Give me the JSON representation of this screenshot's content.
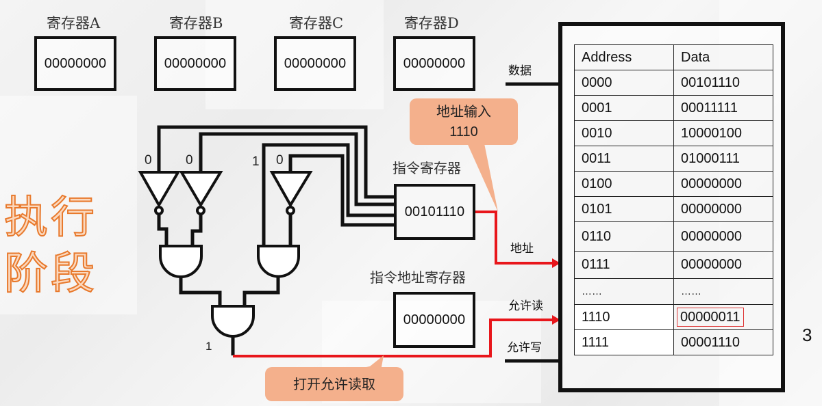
{
  "slide_title": "执行阶段",
  "page_number": "3",
  "registers": [
    {
      "title": "寄存器A",
      "value": "00000000"
    },
    {
      "title": "寄存器B",
      "value": "00000000"
    },
    {
      "title": "寄存器C",
      "value": "00000000"
    },
    {
      "title": "寄存器D",
      "value": "00000000"
    }
  ],
  "instruction_register": {
    "title": "指令寄存器",
    "value": "00101110"
  },
  "instruction_address_register": {
    "title": "指令地址寄存器",
    "value": "00000000"
  },
  "decoder_bits": [
    "0",
    "0",
    "1",
    "0"
  ],
  "and_output": "1",
  "signals": {
    "data": "数据",
    "address": "地址",
    "read_enable": "允许读",
    "write_enable": "允许写"
  },
  "callouts": {
    "address_input_line1": "地址输入",
    "address_input_line2": "1110",
    "open_read": "打开允许读取"
  },
  "colors": {
    "active_wire": "#e8161b",
    "callout_bg": "#f4b08c",
    "title_orange": "#e8792c"
  },
  "memory": {
    "headers": [
      "Address",
      "Data"
    ],
    "rows": [
      {
        "address": "0000",
        "data": "00101110"
      },
      {
        "address": "0001",
        "data": "00011111"
      },
      {
        "address": "0010",
        "data": "10000100"
      },
      {
        "address": "0011",
        "data": "01000111"
      },
      {
        "address": "0100",
        "data": "00000000"
      },
      {
        "address": "0101",
        "data": "00000000"
      },
      {
        "address": "0110",
        "data": "00000000"
      },
      {
        "address": "0111",
        "data": "00000000"
      },
      {
        "address": "……",
        "data": "……"
      },
      {
        "address": "1110",
        "data": "00000011",
        "highlighted": true
      },
      {
        "address": "1111",
        "data": "00001110"
      }
    ]
  }
}
